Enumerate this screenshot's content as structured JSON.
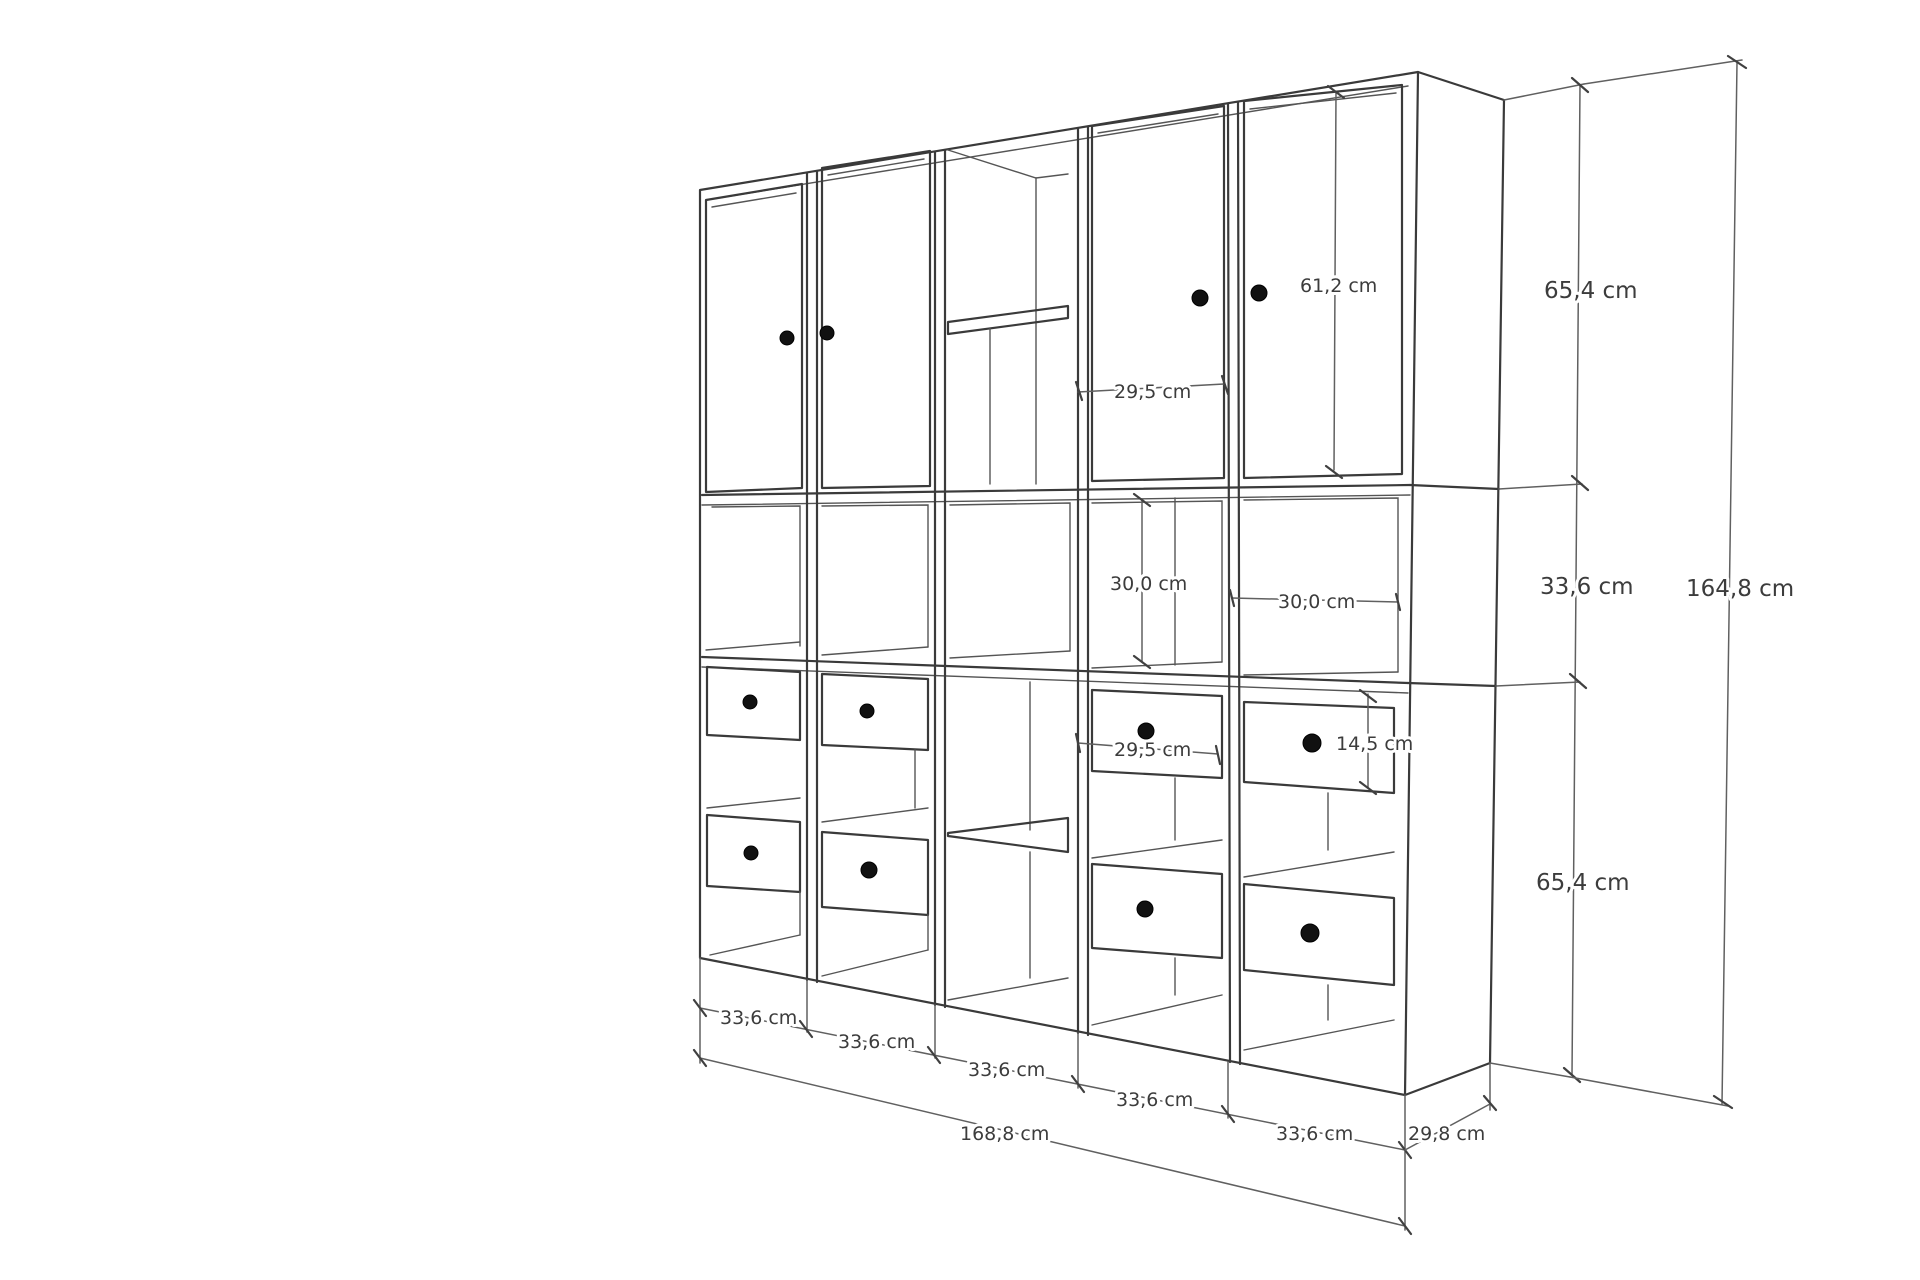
{
  "diagram": {
    "type": "furniture-dimension-drawing",
    "module_columns": 5,
    "module_rows": 3,
    "line_color": "#3a3a3a",
    "knob_color": "#111111",
    "background": "#ffffff",
    "labels": {
      "door_height": "61,2 cm",
      "door_width": "29,5 cm",
      "cube_height": "30,0 cm",
      "cube_width": "30,0 cm",
      "drawer_width": "29,5 cm",
      "drawer_height": "14,5 cm",
      "top_row_height": "65,4 cm",
      "middle_row_height": "33,6 cm",
      "bottom_row_height": "65,4 cm",
      "total_height": "164,8 cm",
      "column_1_width": "33,6 cm",
      "column_2_width": "33,6 cm",
      "column_3_width": "33,6 cm",
      "column_4_width": "33,6 cm",
      "column_5_width": "33,6 cm",
      "total_width": "168,8 cm",
      "depth": "29,8 cm"
    }
  }
}
